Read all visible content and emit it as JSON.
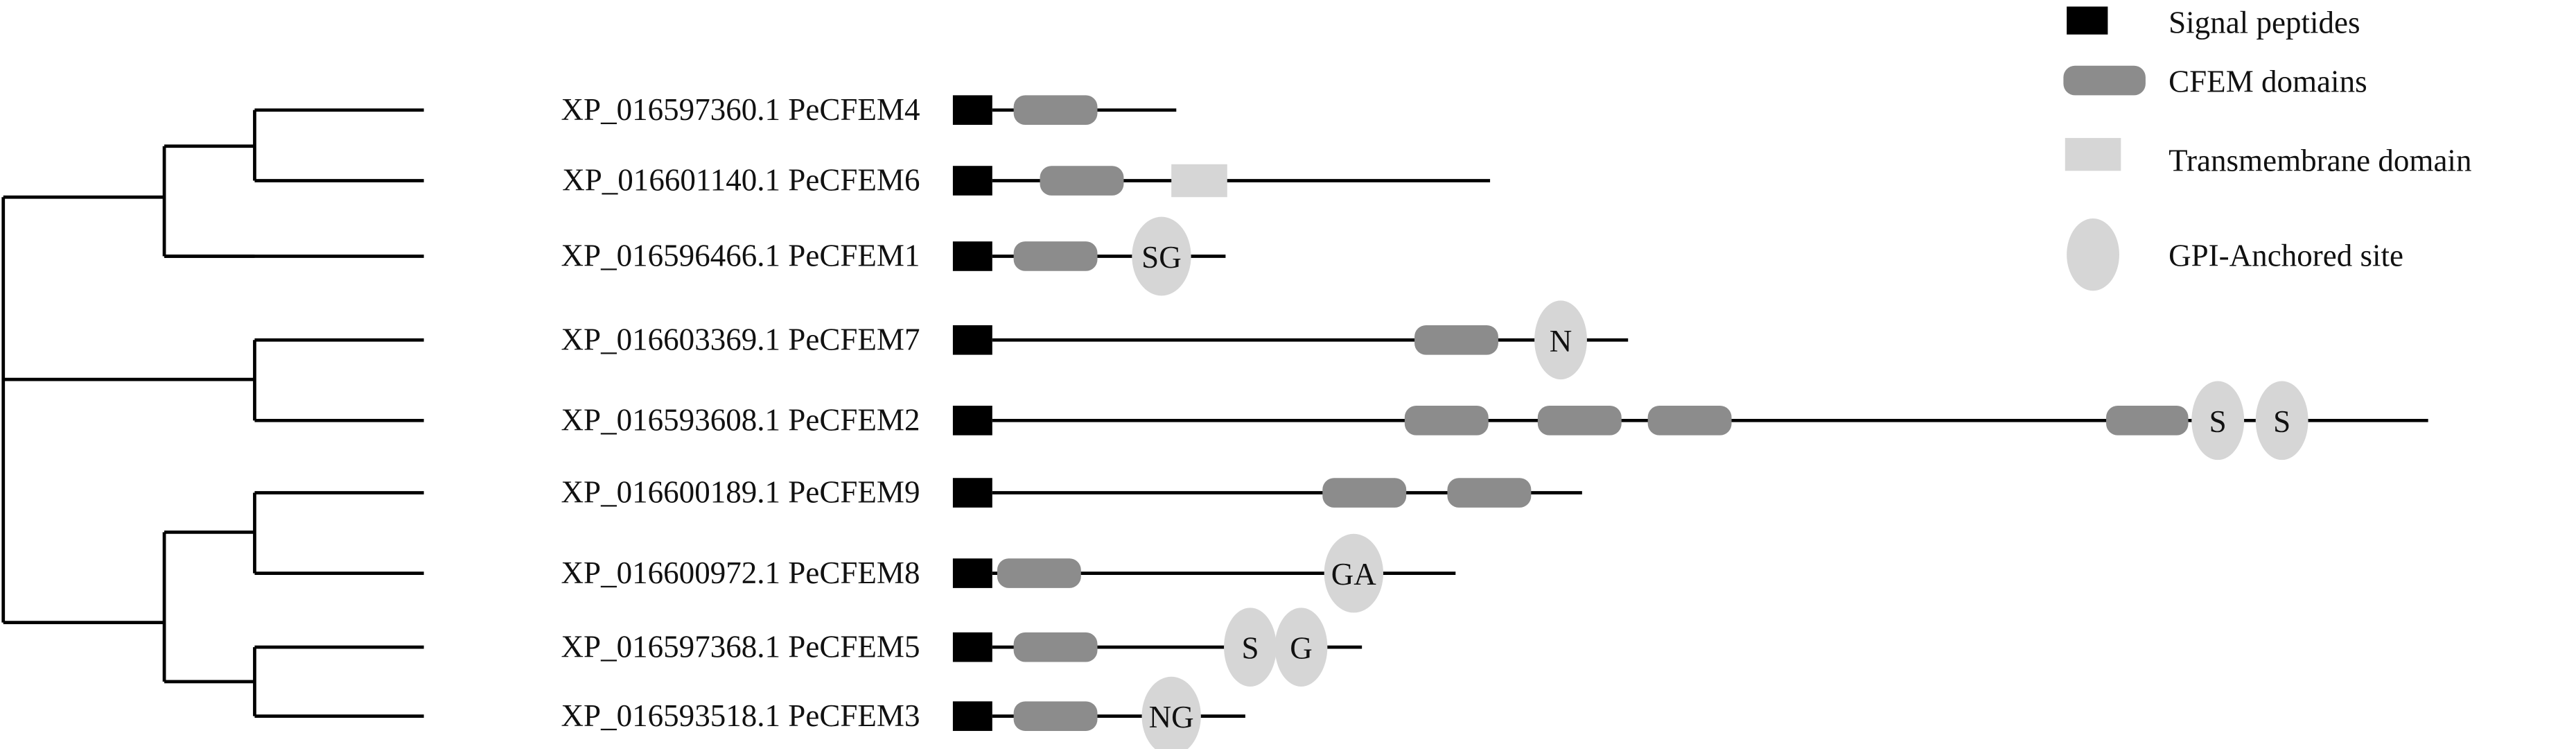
{
  "legend": {
    "signal": "Signal peptides",
    "cfem": "CFEM domains",
    "tm": "Transmembrane domain",
    "gpi": "GPI-Anchored site"
  },
  "colors": {
    "signal": "#000000",
    "cfem": "#8c8c8c",
    "tm": "#d6d6d6",
    "gpi": "#d6d6d6",
    "line": "#000000"
  },
  "proteins": [
    {
      "label": "XP_016597360.1 PeCFEM4",
      "length": 112,
      "cfem": [
        [
          13,
          64
        ]
      ],
      "tm": [],
      "gpi": []
    },
    {
      "label": "XP_016601140.1 PeCFEM6",
      "length": 303,
      "cfem": [
        [
          29,
          80
        ]
      ],
      "tm": [
        [
          109,
          143
        ]
      ],
      "gpi": []
    },
    {
      "label": "XP_016596466.1 PeCFEM1",
      "length": 142,
      "cfem": [
        [
          13,
          64
        ]
      ],
      "tm": [],
      "gpi": [
        {
          "text": "SG",
          "at": 103
        }
      ]
    },
    {
      "label": "XP_016603369.1 PeCFEM7",
      "length": 387,
      "cfem": [
        [
          257,
          308
        ]
      ],
      "tm": [],
      "gpi": [
        {
          "text": "N",
          "at": 346
        }
      ]
    },
    {
      "label": "XP_016593608.1 PeCFEM2",
      "length": 874,
      "cfem": [
        [
          251,
          302
        ],
        [
          332,
          383
        ],
        [
          399,
          450
        ],
        [
          678,
          728
        ]
      ],
      "tm": [],
      "gpi": [
        {
          "text": "S",
          "at": 746
        },
        {
          "text": "S",
          "at": 785
        }
      ]
    },
    {
      "label": "XP_016600189.1 PeCFEM9",
      "length": 359,
      "cfem": [
        [
          201,
          252
        ],
        [
          277,
          328
        ]
      ],
      "tm": [],
      "gpi": []
    },
    {
      "label": "XP_016600972.1 PeCFEM8",
      "length": 282,
      "cfem": [
        [
          3,
          54
        ]
      ],
      "tm": [],
      "gpi": [
        {
          "text": "GA",
          "at": 220
        }
      ]
    },
    {
      "label": "XP_016597368.1 PeCFEM5",
      "length": 225,
      "cfem": [
        [
          13,
          64
        ]
      ],
      "tm": [],
      "gpi": [
        {
          "text": "S",
          "at": 157
        },
        {
          "text": "G",
          "at": 188
        }
      ]
    },
    {
      "label": "XP_016593518.1 PeCFEM3",
      "length": 154,
      "cfem": [
        [
          13,
          64
        ]
      ],
      "tm": [],
      "gpi": [
        {
          "text": "NG",
          "at": 109
        }
      ]
    }
  ]
}
